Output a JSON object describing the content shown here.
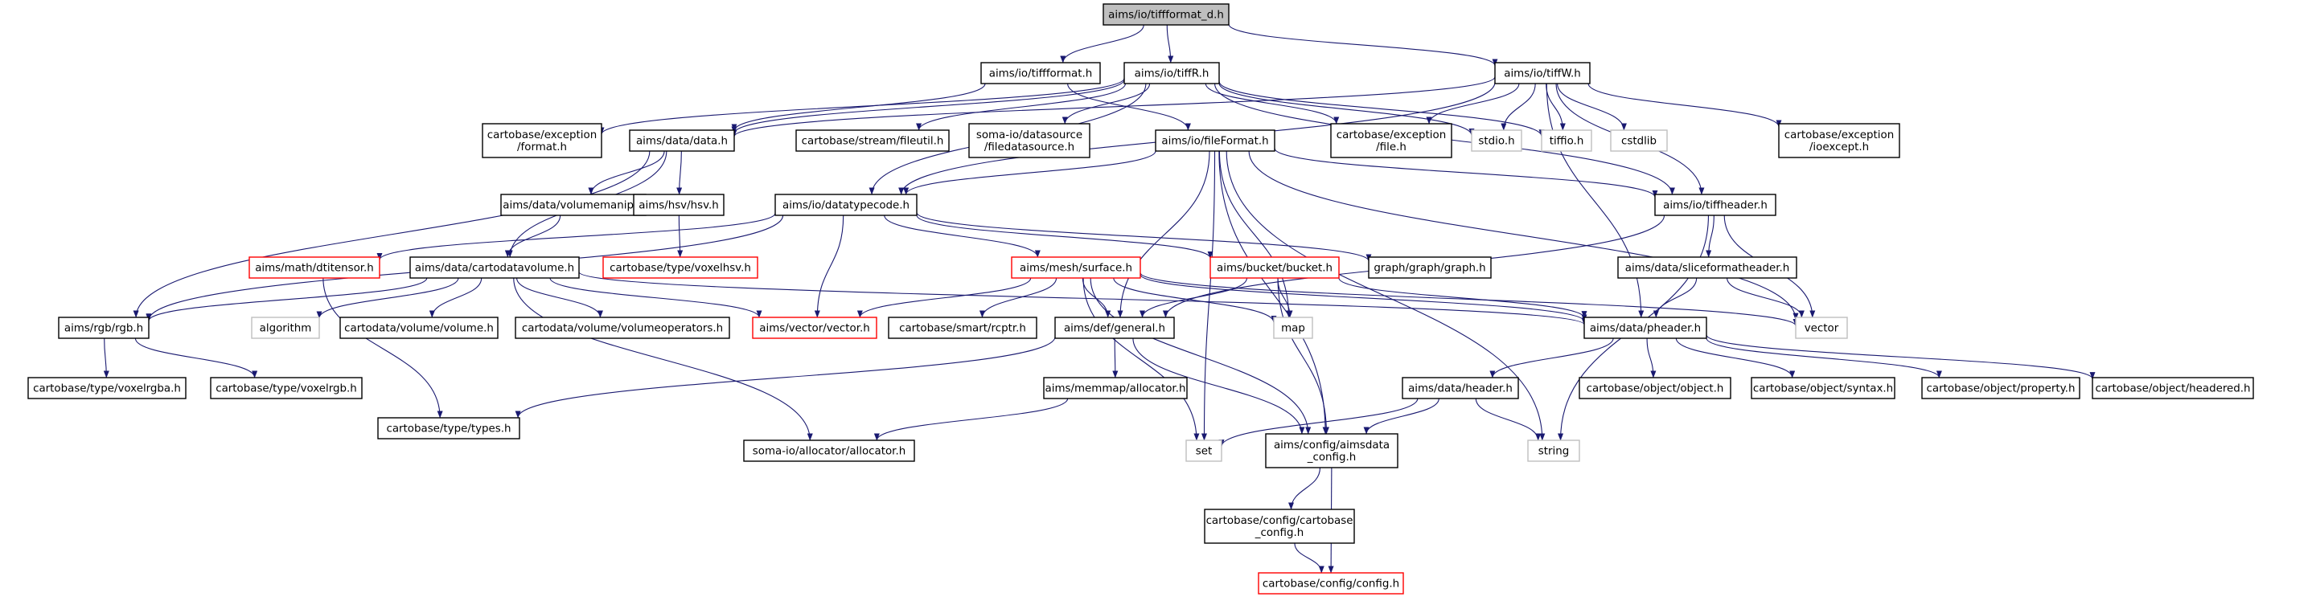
{
  "colors": {
    "edge": "#191970",
    "border_normal": "#000000",
    "border_missing": "#bfbfbf",
    "border_red": "#ff0000",
    "root_fill": "#bfbfbf",
    "node_fill": "#ffffff",
    "text": "#000000"
  },
  "nodes": {
    "n_root": {
      "lines": [
        "aims/io/tiffformat_d.h"
      ],
      "style": "root"
    },
    "n_tiffformat": {
      "lines": [
        "aims/io/tiffformat.h"
      ],
      "style": "normal"
    },
    "n_tiffR": {
      "lines": [
        "aims/io/tiffR.h"
      ],
      "style": "normal"
    },
    "n_tiffW": {
      "lines": [
        "aims/io/tiffW.h"
      ],
      "style": "normal"
    },
    "n_exc_format": {
      "lines": [
        "cartobase/exception",
        "/format.h"
      ],
      "style": "normal"
    },
    "n_data": {
      "lines": [
        "aims/data/data.h"
      ],
      "style": "normal"
    },
    "n_fileutil": {
      "lines": [
        "cartobase/stream/fileutil.h"
      ],
      "style": "normal"
    },
    "n_datasource": {
      "lines": [
        "soma-io/datasource",
        "/filedatasource.h"
      ],
      "style": "normal"
    },
    "n_fileformat": {
      "lines": [
        "aims/io/fileFormat.h"
      ],
      "style": "normal"
    },
    "n_exc_file": {
      "lines": [
        "cartobase/exception",
        "/file.h"
      ],
      "style": "normal"
    },
    "n_stdio": {
      "lines": [
        "stdio.h"
      ],
      "style": "missing"
    },
    "n_tiffio": {
      "lines": [
        "tiffio.h"
      ],
      "style": "missing"
    },
    "n_cstdlib": {
      "lines": [
        "cstdlib"
      ],
      "style": "missing"
    },
    "n_ioexcept": {
      "lines": [
        "cartobase/exception",
        "/ioexcept.h"
      ],
      "style": "normal"
    },
    "n_volumemanip": {
      "lines": [
        "aims/data/volumemanip.h"
      ],
      "style": "normal"
    },
    "n_hsv": {
      "lines": [
        "aims/hsv/hsv.h"
      ],
      "style": "normal"
    },
    "n_datatypecode": {
      "lines": [
        "aims/io/datatypecode.h"
      ],
      "style": "normal"
    },
    "n_tiffheader": {
      "lines": [
        "aims/io/tiffheader.h"
      ],
      "style": "normal"
    },
    "n_dtitensor": {
      "lines": [
        "aims/math/dtitensor.h"
      ],
      "style": "red"
    },
    "n_cartodatavolume": {
      "lines": [
        "aims/data/cartodatavolume.h"
      ],
      "style": "normal"
    },
    "n_voxelhsv": {
      "lines": [
        "cartobase/type/voxelhsv.h"
      ],
      "style": "red"
    },
    "n_surface": {
      "lines": [
        "aims/mesh/surface.h"
      ],
      "style": "red"
    },
    "n_bucket": {
      "lines": [
        "aims/bucket/bucket.h"
      ],
      "style": "red"
    },
    "n_graph": {
      "lines": [
        "graph/graph/graph.h"
      ],
      "style": "normal"
    },
    "n_sliceformat": {
      "lines": [
        "aims/data/sliceformatheader.h"
      ],
      "style": "normal"
    },
    "n_rgb": {
      "lines": [
        "aims/rgb/rgb.h"
      ],
      "style": "normal"
    },
    "n_algorithm": {
      "lines": [
        "algorithm"
      ],
      "style": "missing"
    },
    "n_volume": {
      "lines": [
        "cartodata/volume/volume.h"
      ],
      "style": "normal"
    },
    "n_volumeoperators": {
      "lines": [
        "cartodata/volume/volumeoperators.h"
      ],
      "style": "normal"
    },
    "n_vector_h": {
      "lines": [
        "aims/vector/vector.h"
      ],
      "style": "red"
    },
    "n_rcptr": {
      "lines": [
        "cartobase/smart/rcptr.h"
      ],
      "style": "normal"
    },
    "n_general": {
      "lines": [
        "aims/def/general.h"
      ],
      "style": "normal"
    },
    "n_map": {
      "lines": [
        "map"
      ],
      "style": "missing"
    },
    "n_pheader": {
      "lines": [
        "aims/data/pheader.h"
      ],
      "style": "normal"
    },
    "n_vector": {
      "lines": [
        "vector"
      ],
      "style": "missing"
    },
    "n_voxelrgba": {
      "lines": [
        "cartobase/type/voxelrgba.h"
      ],
      "style": "normal"
    },
    "n_voxelrgb": {
      "lines": [
        "cartobase/type/voxelrgb.h"
      ],
      "style": "normal"
    },
    "n_types": {
      "lines": [
        "cartobase/type/types.h"
      ],
      "style": "normal"
    },
    "n_memallocator": {
      "lines": [
        "aims/memmap/allocator.h"
      ],
      "style": "normal"
    },
    "n_header": {
      "lines": [
        "aims/data/header.h"
      ],
      "style": "normal"
    },
    "n_object": {
      "lines": [
        "cartobase/object/object.h"
      ],
      "style": "normal"
    },
    "n_syntax": {
      "lines": [
        "cartobase/object/syntax.h"
      ],
      "style": "normal"
    },
    "n_property": {
      "lines": [
        "cartobase/object/property.h"
      ],
      "style": "normal"
    },
    "n_headered": {
      "lines": [
        "cartobase/object/headered.h"
      ],
      "style": "normal"
    },
    "n_somaallocator": {
      "lines": [
        "soma-io/allocator/allocator.h"
      ],
      "style": "normal"
    },
    "n_set": {
      "lines": [
        "set"
      ],
      "style": "missing"
    },
    "n_aimsdataconfig": {
      "lines": [
        "aims/config/aimsdata",
        "_config.h"
      ],
      "style": "normal"
    },
    "n_string": {
      "lines": [
        "string"
      ],
      "style": "missing"
    },
    "n_cartobaseconfig": {
      "lines": [
        "cartobase/config/cartobase",
        "_config.h"
      ],
      "style": "normal"
    },
    "n_config": {
      "lines": [
        "cartobase/config/config.h"
      ],
      "style": "red"
    }
  },
  "edges": [
    [
      "n_root",
      "n_tiffformat"
    ],
    [
      "n_root",
      "n_tiffR"
    ],
    [
      "n_root",
      "n_tiffW"
    ],
    [
      "n_tiffformat",
      "n_data"
    ],
    [
      "n_tiffformat",
      "n_fileformat"
    ],
    [
      "n_tiffR",
      "n_exc_format"
    ],
    [
      "n_tiffR",
      "n_data"
    ],
    [
      "n_tiffR",
      "n_fileutil"
    ],
    [
      "n_tiffR",
      "n_datasource"
    ],
    [
      "n_tiffR",
      "n_datatypecode"
    ],
    [
      "n_tiffR",
      "n_exc_file"
    ],
    [
      "n_tiffR",
      "n_stdio"
    ],
    [
      "n_tiffR",
      "n_tiffio"
    ],
    [
      "n_tiffR",
      "n_tiffheader"
    ],
    [
      "n_tiffW",
      "n_data"
    ],
    [
      "n_tiffW",
      "n_datatypecode"
    ],
    [
      "n_tiffW",
      "n_exc_file"
    ],
    [
      "n_tiffW",
      "n_stdio"
    ],
    [
      "n_tiffW",
      "n_tiffio"
    ],
    [
      "n_tiffW",
      "n_cstdlib"
    ],
    [
      "n_tiffW",
      "n_ioexcept"
    ],
    [
      "n_tiffW",
      "n_tiffheader"
    ],
    [
      "n_tiffW",
      "n_pheader"
    ],
    [
      "n_data",
      "n_volumemanip"
    ],
    [
      "n_data",
      "n_hsv"
    ],
    [
      "n_data",
      "n_cartodatavolume"
    ],
    [
      "n_data",
      "n_rgb"
    ],
    [
      "n_fileformat",
      "n_datatypecode"
    ],
    [
      "n_fileformat",
      "n_tiffheader"
    ],
    [
      "n_fileformat",
      "n_general"
    ],
    [
      "n_fileformat",
      "n_map"
    ],
    [
      "n_fileformat",
      "n_string"
    ],
    [
      "n_fileformat",
      "n_aimsdataconfig"
    ],
    [
      "n_fileformat",
      "n_vector"
    ],
    [
      "n_fileformat",
      "n_set"
    ],
    [
      "n_volumemanip",
      "n_cartodatavolume"
    ],
    [
      "n_hsv",
      "n_voxelhsv"
    ],
    [
      "n_datatypecode",
      "n_dtitensor"
    ],
    [
      "n_datatypecode",
      "n_rgb"
    ],
    [
      "n_datatypecode",
      "n_surface"
    ],
    [
      "n_datatypecode",
      "n_bucket"
    ],
    [
      "n_datatypecode",
      "n_graph"
    ],
    [
      "n_datatypecode",
      "n_vector_h"
    ],
    [
      "n_tiffheader",
      "n_sliceformat"
    ],
    [
      "n_tiffheader",
      "n_vector"
    ],
    [
      "n_tiffheader",
      "n_general"
    ],
    [
      "n_tiffheader",
      "n_string"
    ],
    [
      "n_dtitensor",
      "n_types"
    ],
    [
      "n_cartodatavolume",
      "n_rgb"
    ],
    [
      "n_cartodatavolume",
      "n_algorithm"
    ],
    [
      "n_cartodatavolume",
      "n_volume"
    ],
    [
      "n_cartodatavolume",
      "n_volumeoperators"
    ],
    [
      "n_cartodatavolume",
      "n_vector_h"
    ],
    [
      "n_cartodatavolume",
      "n_pheader"
    ],
    [
      "n_cartodatavolume",
      "n_somaallocator"
    ],
    [
      "n_surface",
      "n_vector_h"
    ],
    [
      "n_surface",
      "n_rcptr"
    ],
    [
      "n_surface",
      "n_general"
    ],
    [
      "n_surface",
      "n_map"
    ],
    [
      "n_surface",
      "n_pheader"
    ],
    [
      "n_surface",
      "n_vector"
    ],
    [
      "n_surface",
      "n_set"
    ],
    [
      "n_surface",
      "n_aimsdataconfig"
    ],
    [
      "n_bucket",
      "n_map"
    ],
    [
      "n_bucket",
      "n_pheader"
    ],
    [
      "n_bucket",
      "n_aimsdataconfig"
    ],
    [
      "n_bucket",
      "n_general"
    ],
    [
      "n_sliceformat",
      "n_pheader"
    ],
    [
      "n_sliceformat",
      "n_vector"
    ],
    [
      "n_rgb",
      "n_voxelrgba"
    ],
    [
      "n_rgb",
      "n_voxelrgb"
    ],
    [
      "n_general",
      "n_types"
    ],
    [
      "n_general",
      "n_memallocator"
    ],
    [
      "n_general",
      "n_aimsdataconfig"
    ],
    [
      "n_memallocator",
      "n_somaallocator"
    ],
    [
      "n_pheader",
      "n_header"
    ],
    [
      "n_pheader",
      "n_object"
    ],
    [
      "n_pheader",
      "n_syntax"
    ],
    [
      "n_pheader",
      "n_property"
    ],
    [
      "n_pheader",
      "n_headered"
    ],
    [
      "n_header",
      "n_set"
    ],
    [
      "n_header",
      "n_aimsdataconfig"
    ],
    [
      "n_header",
      "n_string"
    ],
    [
      "n_aimsdataconfig",
      "n_cartobaseconfig"
    ],
    [
      "n_aimsdataconfig",
      "n_config"
    ],
    [
      "n_cartobaseconfig",
      "n_config"
    ]
  ]
}
